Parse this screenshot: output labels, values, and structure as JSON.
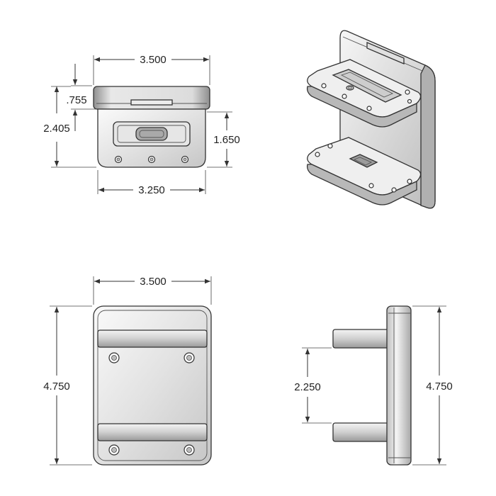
{
  "dimensions": {
    "front_top_width": "3.500",
    "front_slot_height": ".755",
    "front_total_height": "2.405",
    "front_plate_height": "1.650",
    "front_bottom_width": "3.250",
    "rear_width": "3.500",
    "rear_height": "4.750",
    "side_spacing": "2.250",
    "side_height": "4.750"
  },
  "colors": {
    "metal_light": "#f2f2f2",
    "metal_mid": "#d0d0d0",
    "metal_dark": "#8a8a8a",
    "line": "#333333"
  }
}
